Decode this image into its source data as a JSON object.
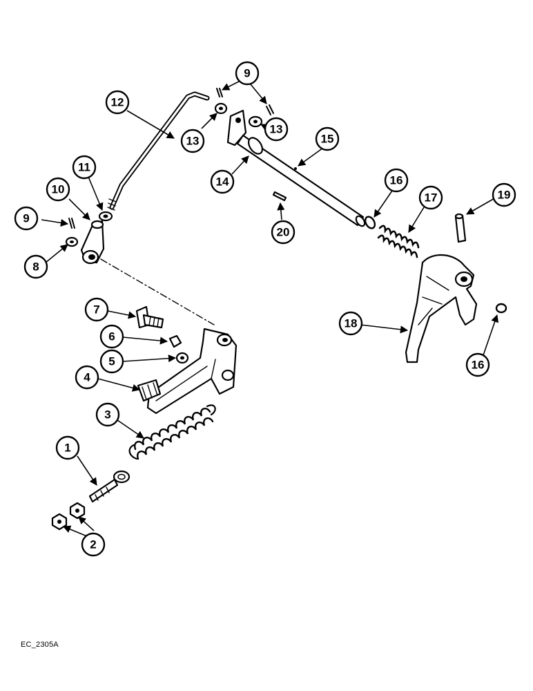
{
  "figure_code": "EC_2305A",
  "callouts": {
    "c1": "1",
    "c2": "2",
    "c3": "3",
    "c4": "4",
    "c5": "5",
    "c6": "6",
    "c7": "7",
    "c8": "8",
    "c9a": "9",
    "c9b": "9",
    "c10": "10",
    "c11": "11",
    "c12": "12",
    "c13a": "13",
    "c13b": "13",
    "c14": "14",
    "c15": "15",
    "c16a": "16",
    "c16b": "16",
    "c17": "17",
    "c18": "18",
    "c19": "19",
    "c20": "20"
  }
}
